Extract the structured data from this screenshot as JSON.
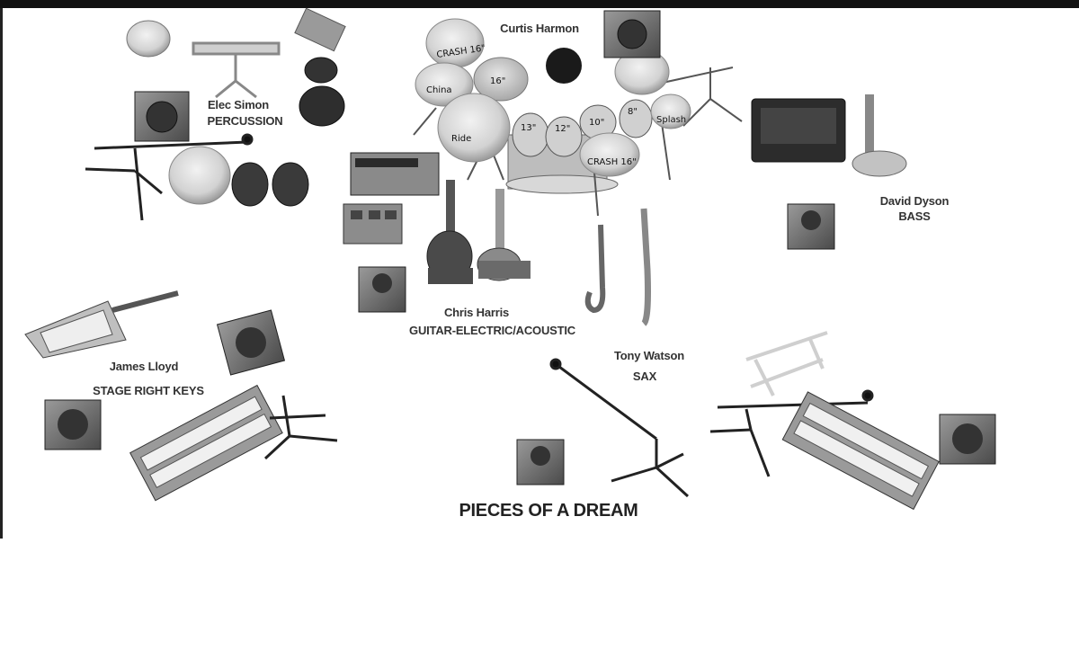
{
  "band_name": "PIECES OF A DREAM",
  "performers": {
    "drums": {
      "name": "Curtis Harmon"
    },
    "percussion": {
      "name": "Elec Simon",
      "role": "PERCUSSION"
    },
    "bass": {
      "name": "David Dyson",
      "role": "BASS"
    },
    "guitar": {
      "name": "Chris Harris",
      "role": "GUITAR-ELECTRIC/ACOUSTIC"
    },
    "keys_right": {
      "name": "James Lloyd",
      "role": "STAGE RIGHT KEYS"
    },
    "sax": {
      "name": "Tony Watson",
      "role": "SAX"
    }
  },
  "drum_kit_labels": [
    "CRASH 16\"",
    "16\"",
    "China",
    "Ride",
    "13\"",
    "12\"",
    "10\"",
    "8\"",
    "Splash",
    "CRASH 16\""
  ],
  "colors": {
    "ink": "#111111",
    "equipment_gray": "#7a7a7a",
    "equipment_light": "#cfcfcf",
    "text": "#333333"
  }
}
